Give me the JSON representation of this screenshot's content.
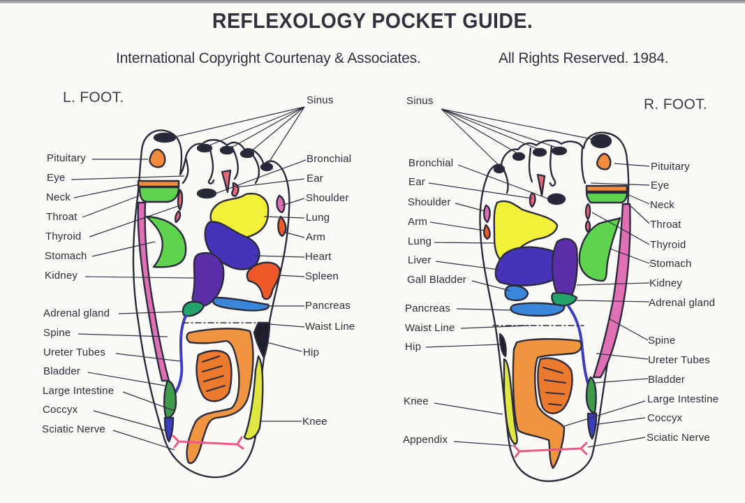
{
  "header": {
    "title": "REFLEXOLOGY POCKET GUIDE.",
    "copyright": "International Copyright Courtenay & Associates.",
    "rights": "All Rights Reserved. 1984."
  },
  "colors": {
    "outline": "#2a2c3e",
    "orange": "#f08c3c",
    "green": "#5fd24e",
    "dark_green": "#3f9a4a",
    "pink": "#e06fb4",
    "salmon": "#e8687a",
    "yellow": "#f3f03a",
    "blue_purple": "#4434b8",
    "violet": "#5a2fa8",
    "red_orange": "#ec5a2a",
    "light_blue": "#3a86d8",
    "teal_green": "#23a36a",
    "lime": "#dfe843",
    "navy": "#3a3fc0",
    "intestine": "#f0953f",
    "nerve": "#e85a86"
  },
  "left_foot": {
    "title": "L. FOOT.",
    "labels_left": [
      {
        "id": "pituitary",
        "text": "Pituitary"
      },
      {
        "id": "eye",
        "text": "Eye"
      },
      {
        "id": "neck",
        "text": "Neck"
      },
      {
        "id": "throat",
        "text": "Throat"
      },
      {
        "id": "thyroid",
        "text": "Thyroid"
      },
      {
        "id": "stomach",
        "text": "Stomach"
      },
      {
        "id": "kidney",
        "text": "Kidney"
      },
      {
        "id": "adrenal",
        "text": "Adrenal gland"
      },
      {
        "id": "spine",
        "text": "Spine"
      },
      {
        "id": "ureter",
        "text": "Ureter Tubes"
      },
      {
        "id": "bladder",
        "text": "Bladder"
      },
      {
        "id": "large-intestine",
        "text": "Large Intestine"
      },
      {
        "id": "coccyx",
        "text": "Coccyx"
      },
      {
        "id": "sciatic",
        "text": "Sciatic Nerve"
      }
    ],
    "labels_right": [
      {
        "id": "sinus",
        "text": "Sinus"
      },
      {
        "id": "bronchial",
        "text": "Bronchial"
      },
      {
        "id": "ear",
        "text": "Ear"
      },
      {
        "id": "shoulder",
        "text": "Shoulder"
      },
      {
        "id": "lung",
        "text": "Lung"
      },
      {
        "id": "arm",
        "text": "Arm"
      },
      {
        "id": "heart",
        "text": "Heart"
      },
      {
        "id": "spleen",
        "text": "Spleen"
      },
      {
        "id": "pancreas",
        "text": "Pancreas"
      },
      {
        "id": "waist",
        "text": "Waist Line"
      },
      {
        "id": "hip",
        "text": "Hip"
      },
      {
        "id": "knee",
        "text": "Knee"
      }
    ]
  },
  "right_foot": {
    "title": "R. FOOT.",
    "labels_left": [
      {
        "id": "sinus",
        "text": "Sinus"
      },
      {
        "id": "bronchial",
        "text": "Bronchial"
      },
      {
        "id": "ear",
        "text": "Ear"
      },
      {
        "id": "shoulder",
        "text": "Shoulder"
      },
      {
        "id": "arm",
        "text": "Arm"
      },
      {
        "id": "lung",
        "text": "Lung"
      },
      {
        "id": "liver",
        "text": "Liver"
      },
      {
        "id": "gall-bladder",
        "text": "Gall Bladder"
      },
      {
        "id": "pancreas",
        "text": "Pancreas"
      },
      {
        "id": "waist",
        "text": "Waist Line"
      },
      {
        "id": "hip",
        "text": "Hip"
      },
      {
        "id": "knee",
        "text": "Knee"
      },
      {
        "id": "appendix",
        "text": "Appendix"
      }
    ],
    "labels_right": [
      {
        "id": "pituitary",
        "text": "Pituitary"
      },
      {
        "id": "eye",
        "text": "Eye"
      },
      {
        "id": "neck",
        "text": "Neck"
      },
      {
        "id": "throat",
        "text": "Throat"
      },
      {
        "id": "thyroid",
        "text": "Thyroid"
      },
      {
        "id": "stomach",
        "text": "Stomach"
      },
      {
        "id": "kidney",
        "text": "Kidney"
      },
      {
        "id": "adrenal",
        "text": "Adrenal gland"
      },
      {
        "id": "spine",
        "text": "Spine"
      },
      {
        "id": "ureter",
        "text": "Ureter Tubes"
      },
      {
        "id": "bladder",
        "text": "Bladder"
      },
      {
        "id": "large-intestine",
        "text": "Large Intestine"
      },
      {
        "id": "coccyx",
        "text": "Coccyx"
      },
      {
        "id": "sciatic",
        "text": "Sciatic Nerve"
      }
    ]
  }
}
